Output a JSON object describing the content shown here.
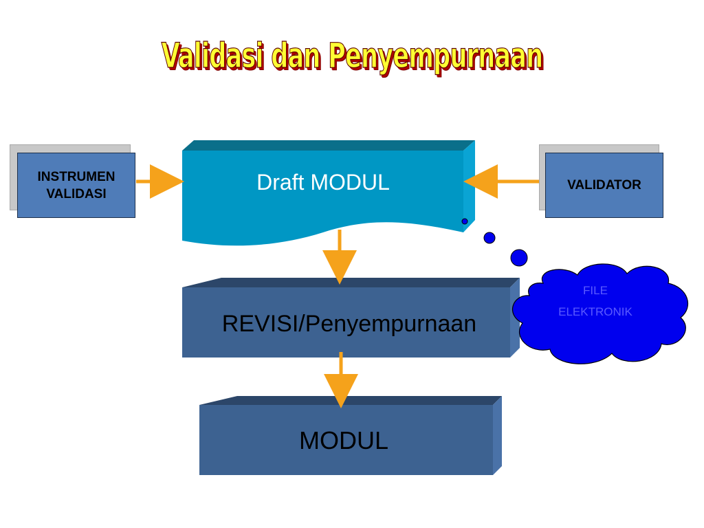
{
  "title": "Validasi dan Penyempurnaan",
  "nodes": {
    "instrumen": "INSTRUMEN\nVALIDASI",
    "validator": "VALIDATOR",
    "draft": "Draft MODUL",
    "revisi": "REVISI/Penyempurnaan",
    "modul": "MODUL",
    "cloud": "FILE\nELEKTRONIK"
  },
  "colors": {
    "arrow": "#f5a21b",
    "draft_front": "#0097c4",
    "draft_top": "#0a6f8a",
    "box_front": "#3d6291",
    "box_top": "#2c4669",
    "cloud": "#0000ee"
  }
}
